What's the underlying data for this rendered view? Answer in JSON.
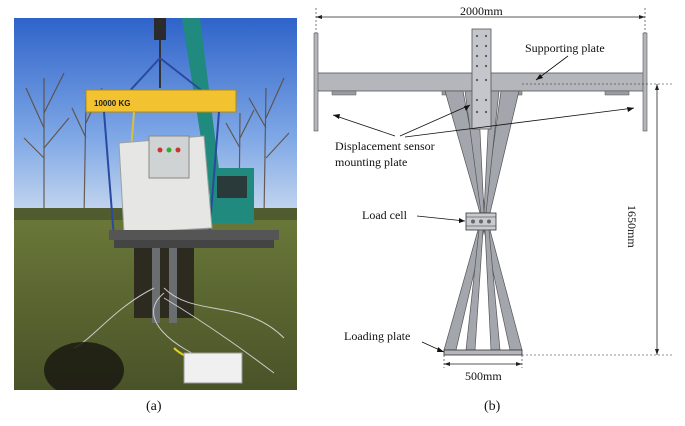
{
  "photo": {
    "crane_tag": "10000 KG"
  },
  "drawing": {
    "dim_width": "2000mm",
    "dim_height": "1650mm",
    "dim_base": "500mm",
    "supporting_plate": "Supporting plate",
    "displacement_sensor_line1": "Displacement sensor",
    "displacement_sensor_line2": "mounting plate",
    "load_cell": "Load cell",
    "loading_plate": "Loading plate"
  },
  "captions": {
    "left": "(a)",
    "right": "(b)"
  }
}
